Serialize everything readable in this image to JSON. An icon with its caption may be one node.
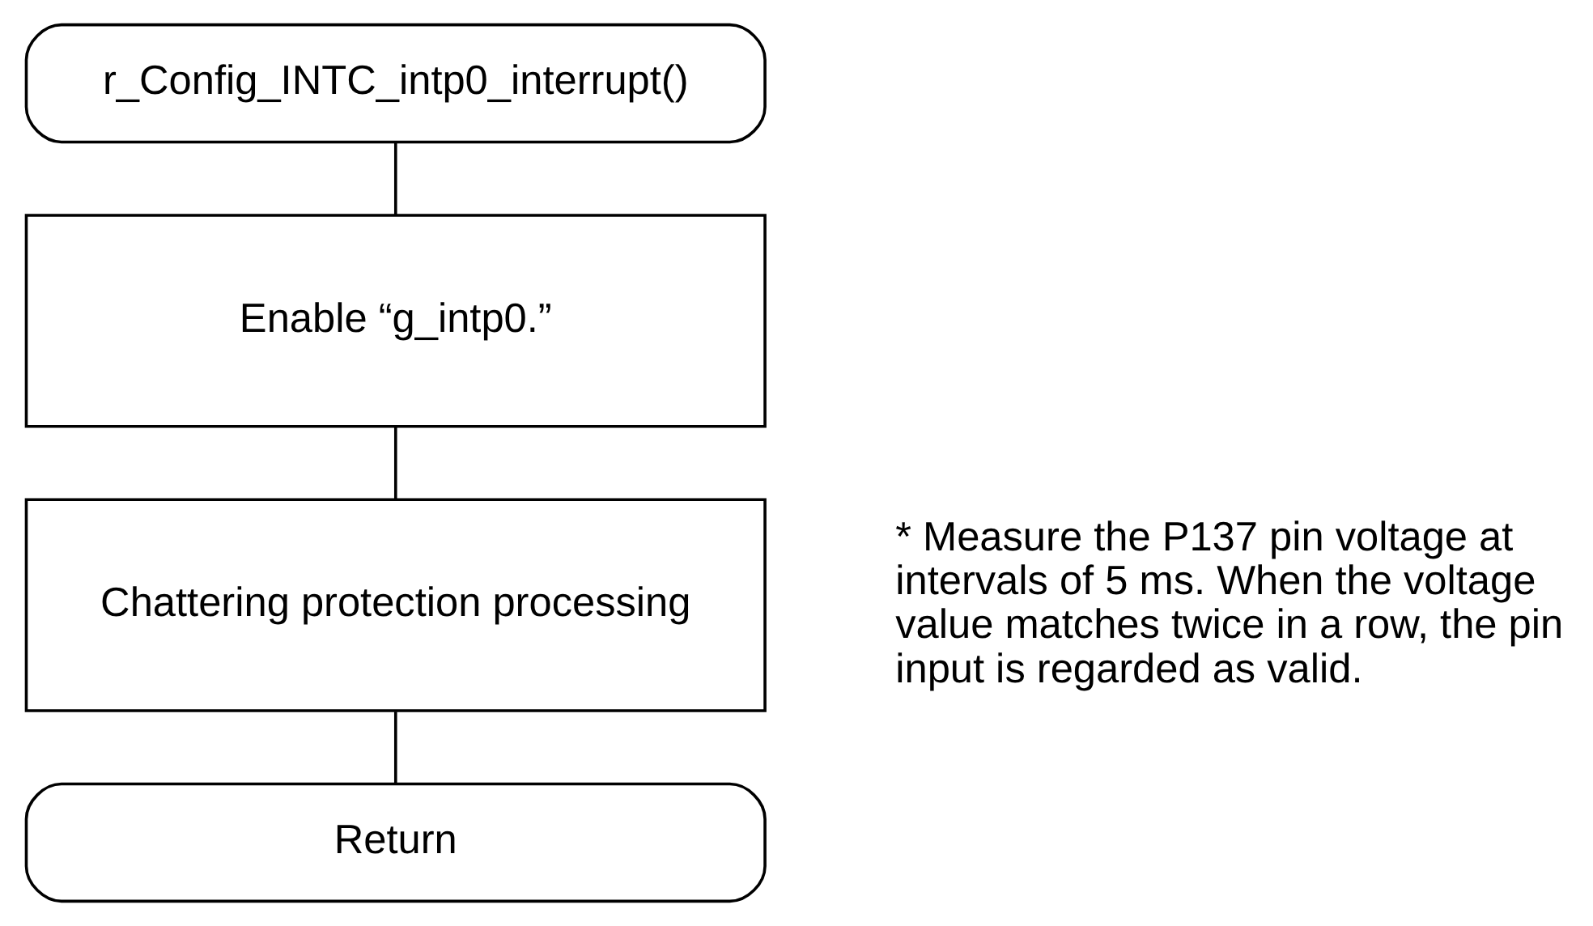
{
  "diagram": {
    "nodes": [
      {
        "text": [
          "r_Config_INTC_intp0_interrupt()"
        ]
      },
      {
        "text": [
          "Enable “g_intp0.”"
        ]
      },
      {
        "text": [
          "Chattering protection processing"
        ]
      },
      {
        "text": [
          "Return"
        ]
      }
    ],
    "edges": [
      {
        "from": 0,
        "to": 1,
        "arrow": "none"
      },
      {
        "from": 1,
        "to": 2,
        "arrow": "none"
      },
      {
        "from": 2,
        "to": 3,
        "arrow": "none"
      }
    ],
    "labels": [
      "* Measure the P137 pin voltage at intervals of 5 ms. When the voltage value matches twice in a row, the pin input is regarded as valid."
    ]
  }
}
